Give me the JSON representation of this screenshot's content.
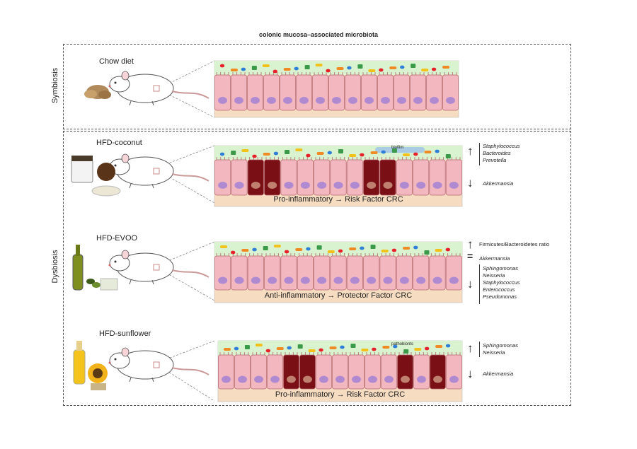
{
  "title": "colonic mucosa–associated microbiota",
  "sections": {
    "symbiosis": "Symbiosis",
    "dysbiosis": "Dysbiosis"
  },
  "diets": {
    "chow": "Chow diet",
    "coconut": "HFD-coconut",
    "evoo": "HFD-EVOO",
    "sunflower": "HFD-sunflower"
  },
  "captions": {
    "coconut": "Pro-inflammatory → Risk Factor CRC",
    "evoo": "Anti-inflammatory → Protector Factor CRC",
    "sunflower": "Pro-inflammatory → Risk Factor CRC"
  },
  "panel_labels": {
    "biofilm": "biofilm",
    "pathobionts": "pathobionts"
  },
  "symbols": {
    "up": "↑",
    "down": "↓",
    "equal": "="
  },
  "changes": {
    "coconut_up": [
      "Staphylococcus",
      "Bacteroides",
      "Prevotella"
    ],
    "coconut_down": "Akkermansia",
    "evoo_up": "Firmicutes/Bacteroidetes ratio",
    "evoo_equal": "Akkermansia",
    "evoo_down": [
      "Sphingomonas",
      "Neisseria",
      "Staphylococcus",
      "Enterococcus",
      "Pseudomonas"
    ],
    "sunflower_up": [
      "Sphingomonas",
      "Neisseria"
    ],
    "sunflower_down": "Akkermansia"
  },
  "colors": {
    "mucus": "#d9f2cf",
    "cell": "#f3b7c0",
    "cell_border": "#b5656f",
    "nucleus": "#b08ad0",
    "damaged_cell": "#7a0f16",
    "lamina": "#f6dcc0",
    "bacteria_red": "#e8202a",
    "bacteria_blue": "#2f7fd8",
    "bacteria_yellow": "#f2c21a",
    "bacteria_orange": "#f08a24",
    "bacteria_green": "#3a9a4a"
  }
}
